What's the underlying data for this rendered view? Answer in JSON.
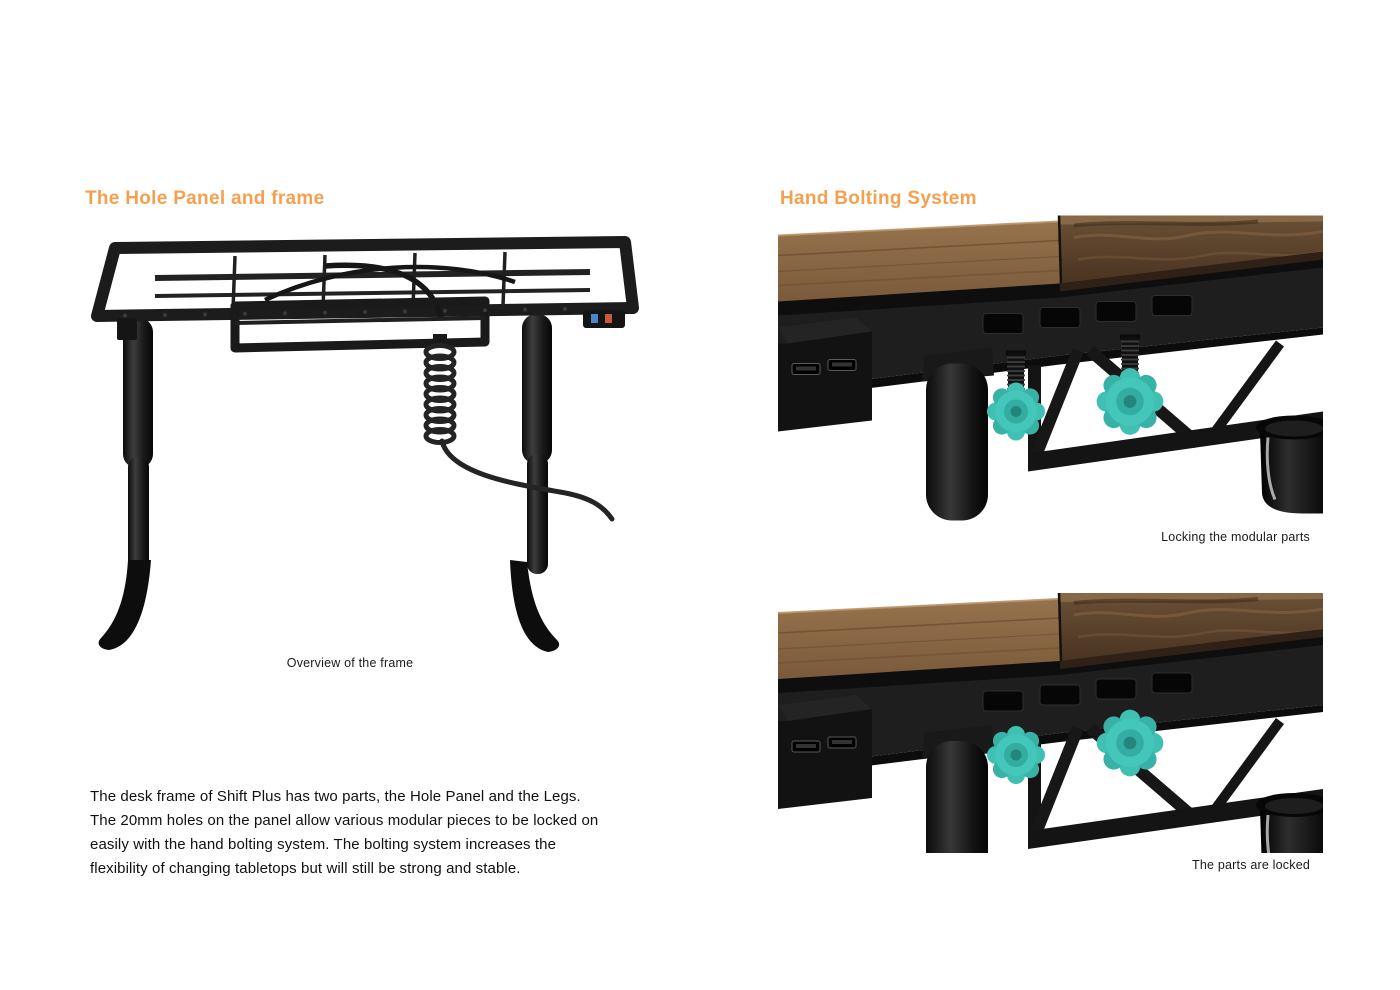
{
  "page": {
    "background": "#ffffff"
  },
  "sections": {
    "frame": {
      "heading": "The Hole Panel and frame",
      "caption": "Overview of the frame",
      "body": "The desk frame of Shift Plus has two parts, the Hole Panel and the Legs. The 20mm holes on the panel allow various modular pieces to be locked on easily with the hand bolting system. The bolting system increases the flexibility of changing tabletops but will still be strong and stable."
    },
    "bolting": {
      "heading": "Hand Bolting System",
      "captions": {
        "top": "Locking the modular parts",
        "bottom": "The parts are locked"
      }
    }
  },
  "colors": {
    "accent_orange": "#F5A04E",
    "knob_teal": "#44C7BA",
    "wood_light": "#8A684A",
    "wood_dark": "#5E4630",
    "metal_black": "#151515",
    "text": "#1A1A1A"
  }
}
